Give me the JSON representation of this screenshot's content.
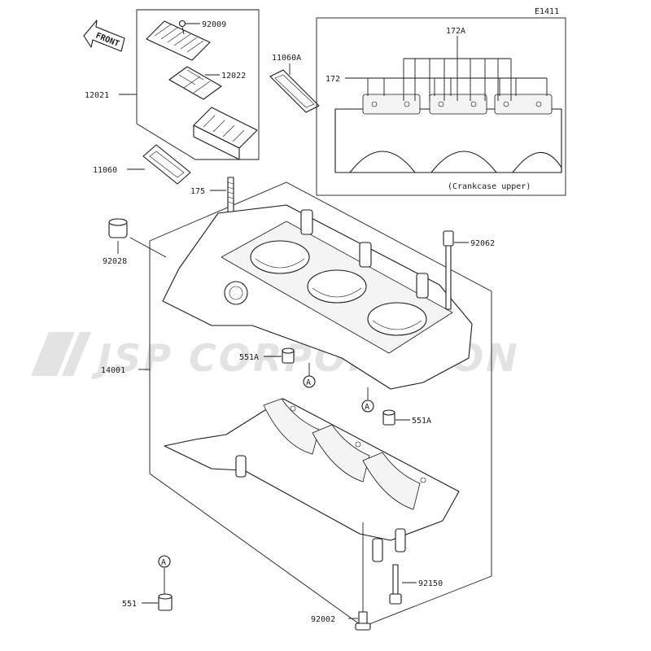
{
  "diagram": {
    "code": "E1411",
    "front_label": "FRONT",
    "inset_caption": "(Crankcase upper)",
    "watermark": "JSP CORPORATION",
    "ref_marker": "A",
    "parts": {
      "p92009": "92009",
      "p12022": "12022",
      "p12021": "12021",
      "p11060A": "11060A",
      "p11060": "11060",
      "p172A": "172A",
      "p172": "172",
      "p175": "175",
      "p92028": "92028",
      "p92062": "92062",
      "p551A_upper": "551A",
      "p551A_lower": "551A",
      "p14001": "14001",
      "p92150": "92150",
      "p551": "551",
      "p92002": "92002"
    }
  }
}
